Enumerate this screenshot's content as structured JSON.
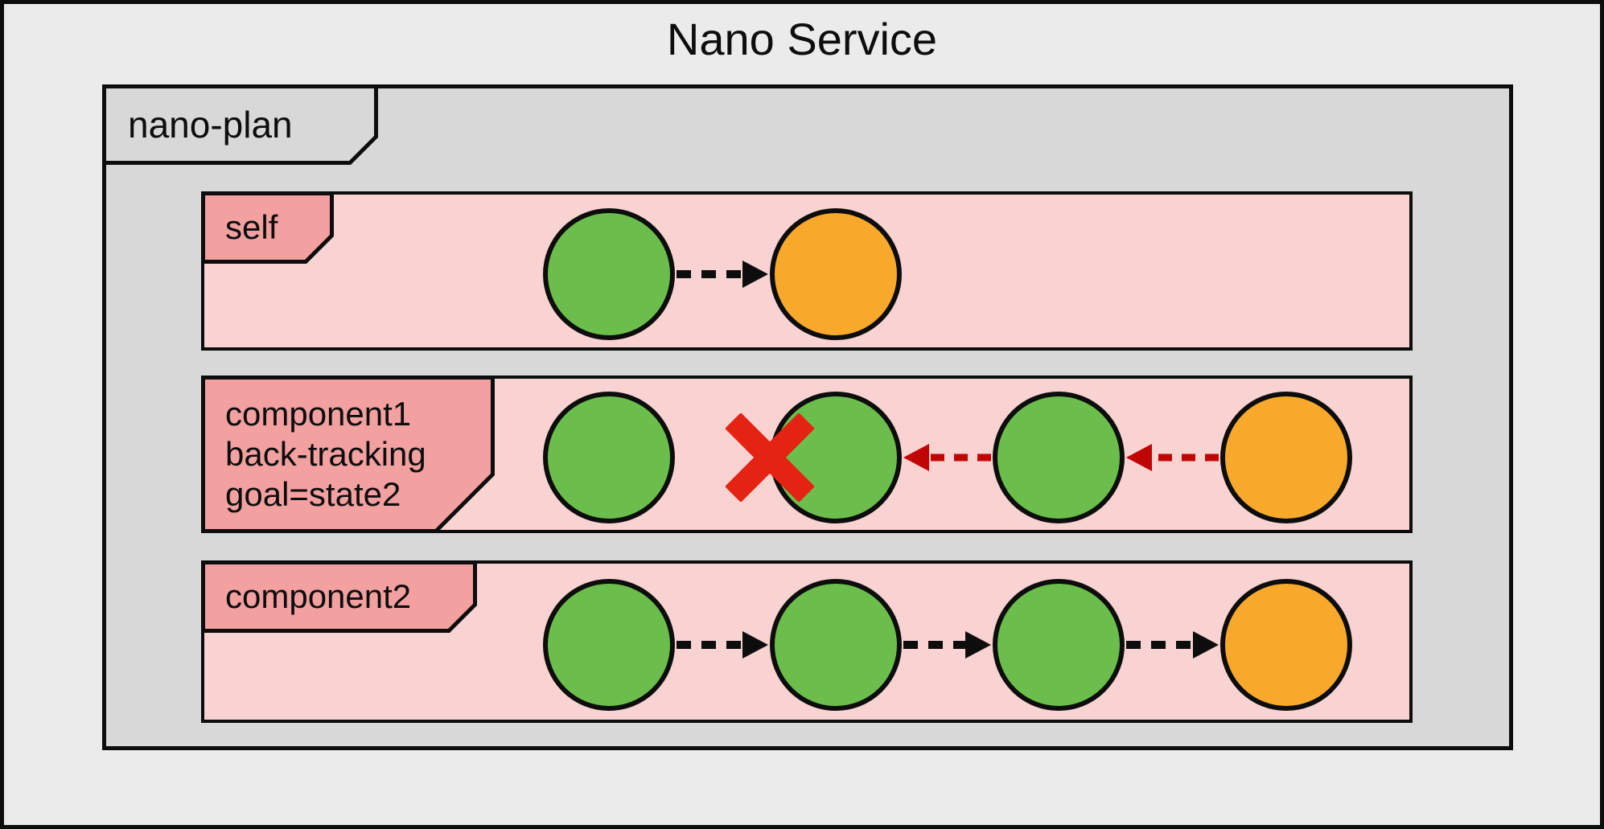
{
  "title": "Nano Service",
  "plan": {
    "label": "nano-plan"
  },
  "lanes": [
    {
      "name": "self",
      "label_lines": [
        "self"
      ],
      "states": [
        {
          "color_key": "state_green"
        },
        {
          "color_key": "state_orange"
        }
      ],
      "arrows": [
        {
          "from": 0,
          "to": 1,
          "direction": "right",
          "color_key": "ink"
        }
      ],
      "markers": []
    },
    {
      "name": "component1",
      "label_lines": [
        "component1",
        "back-tracking",
        "goal=state2"
      ],
      "states": [
        {
          "color_key": "state_green"
        },
        {
          "color_key": "state_green"
        },
        {
          "color_key": "state_green"
        },
        {
          "color_key": "state_orange"
        }
      ],
      "arrows": [
        {
          "from": 2,
          "to": 1,
          "direction": "left",
          "color_key": "backtrack_red"
        },
        {
          "from": 3,
          "to": 2,
          "direction": "left",
          "color_key": "backtrack_red"
        }
      ],
      "markers": [
        {
          "type": "cross",
          "at_state": 1,
          "color_key": "cross_red"
        }
      ]
    },
    {
      "name": "component2",
      "label_lines": [
        "component2"
      ],
      "states": [
        {
          "color_key": "state_green"
        },
        {
          "color_key": "state_green"
        },
        {
          "color_key": "state_green"
        },
        {
          "color_key": "state_orange"
        }
      ],
      "arrows": [
        {
          "from": 0,
          "to": 1,
          "direction": "right",
          "color_key": "ink"
        },
        {
          "from": 1,
          "to": 2,
          "direction": "right",
          "color_key": "ink"
        },
        {
          "from": 2,
          "to": 3,
          "direction": "right",
          "color_key": "ink"
        }
      ],
      "markers": []
    }
  ],
  "colors": {
    "background": "#EBEBEB",
    "plan_fill": "#D8D8D8",
    "lane_fill": "#F9D2D2",
    "tab_fill": "#F2A0A0",
    "state_green": "#6CBE4C",
    "state_orange": "#F8A92B",
    "ink": "#0D0D0D",
    "backtrack_red": "#C00505",
    "cross_red": "#E42313"
  }
}
